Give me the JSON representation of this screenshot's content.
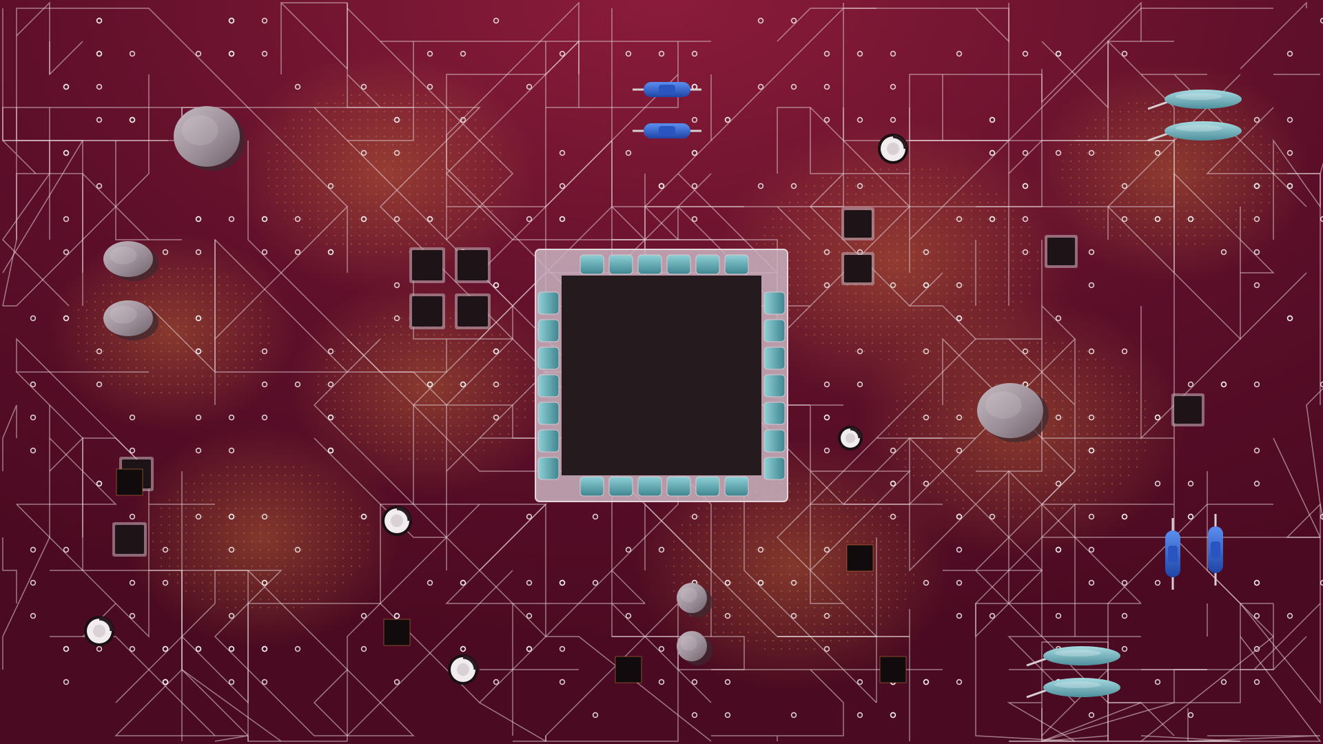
{
  "scene": {
    "subject": "circuit-board",
    "colors": {
      "board_base": "#5a0d27",
      "board_glow": "#8a1c3a",
      "solder_glow": "#e08a3a",
      "trace": "#e9d7dc",
      "via_ring": "#f4eef0",
      "chip_body": "#1e1417",
      "chip_frame": "#c9b3bf",
      "chip_pad": "#5fa9b4",
      "resistor": "#2f63c9",
      "capacitor_metal": "#a89aa4",
      "ceramic_cap": "#6fb2c0"
    },
    "components": {
      "main_processor": 1,
      "small_ic_chips": 12,
      "square_pads": 5,
      "electrolytic_capacitors": 6,
      "disc_caps_topview": 4,
      "blue_resistors": 4,
      "ceramic_capacitors": 4
    }
  }
}
